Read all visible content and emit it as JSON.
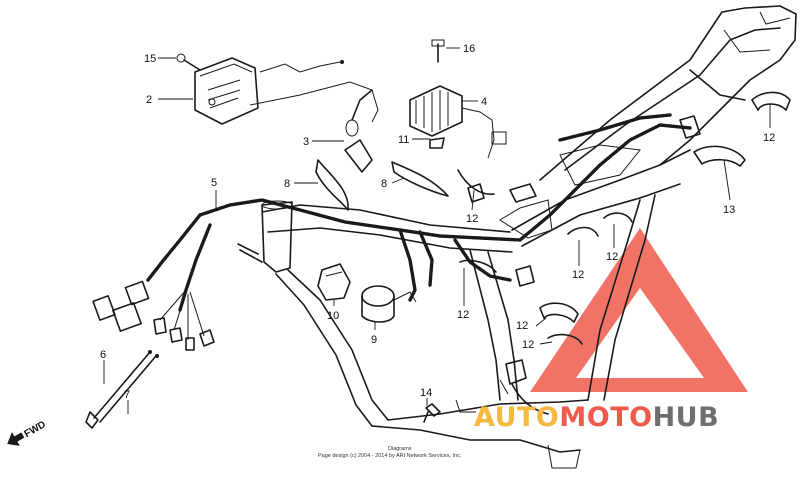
{
  "diagram": {
    "callouts": [
      {
        "id": "15"
      },
      {
        "id": "2"
      },
      {
        "id": "3"
      },
      {
        "id": "16"
      },
      {
        "id": "4"
      },
      {
        "id": "11"
      },
      {
        "id": "8a",
        "text": "8"
      },
      {
        "id": "8b",
        "text": "8"
      },
      {
        "id": "5"
      },
      {
        "id": "12a",
        "text": "12"
      },
      {
        "id": "12b",
        "text": "12"
      },
      {
        "id": "13"
      },
      {
        "id": "12c",
        "text": "12"
      },
      {
        "id": "12d",
        "text": "12"
      },
      {
        "id": "12e",
        "text": "12"
      },
      {
        "id": "12f",
        "text": "12"
      },
      {
        "id": "12g",
        "text": "12"
      },
      {
        "id": "10"
      },
      {
        "id": "9"
      },
      {
        "id": "6"
      },
      {
        "id": "7"
      },
      {
        "id": "14"
      }
    ],
    "direction_label": "FWD",
    "copyright_line1": "Diagrams",
    "copyright_line2": "Page design (c) 2004 - 2014 by ARI Network Services, Inc."
  },
  "watermark": {
    "part1": "AUTO",
    "part2": "MOTO",
    "part3": "HUB",
    "colors": {
      "part1": "#f5b940",
      "part2": "#ef5a4b",
      "part3": "#6f6f6f",
      "triangle": "#ef5a4b"
    }
  }
}
